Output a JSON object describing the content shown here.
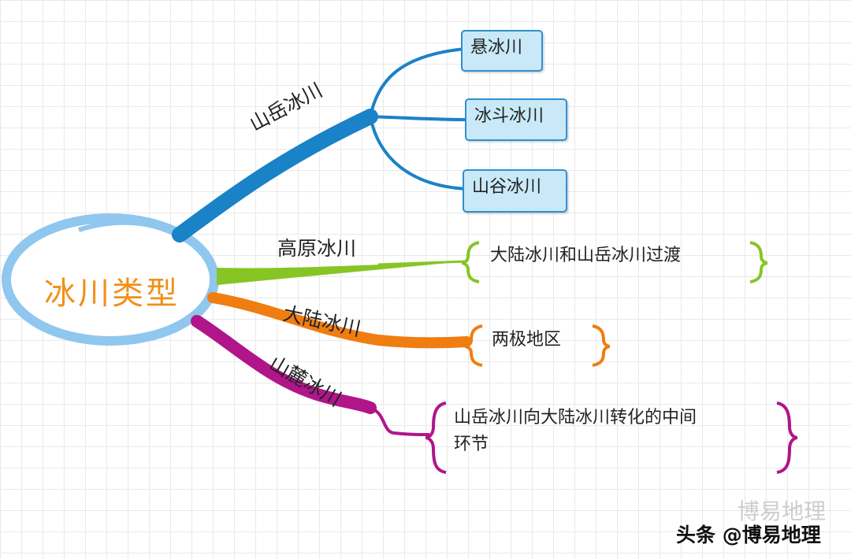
{
  "center": {
    "label": "冰川类型"
  },
  "branches": [
    {
      "label": "山岳冰川",
      "color": "#1a82c7",
      "children": [
        "悬冰川",
        "冰斗冰川",
        "山谷冰川"
      ]
    },
    {
      "label": "高原冰川",
      "color": "#86c523",
      "note": "大陆冰川和山岳冰川过渡"
    },
    {
      "label": "大陆冰川",
      "color": "#f07d10",
      "note": "两极地区"
    },
    {
      "label": "山麓冰川",
      "color": "#b0158a",
      "note_line1": "山岳冰川向大陆冰川转化的中间",
      "note_line2": "环节"
    }
  ],
  "watermark": {
    "ghost": "博易地理",
    "text": "头条 @博易地理"
  }
}
